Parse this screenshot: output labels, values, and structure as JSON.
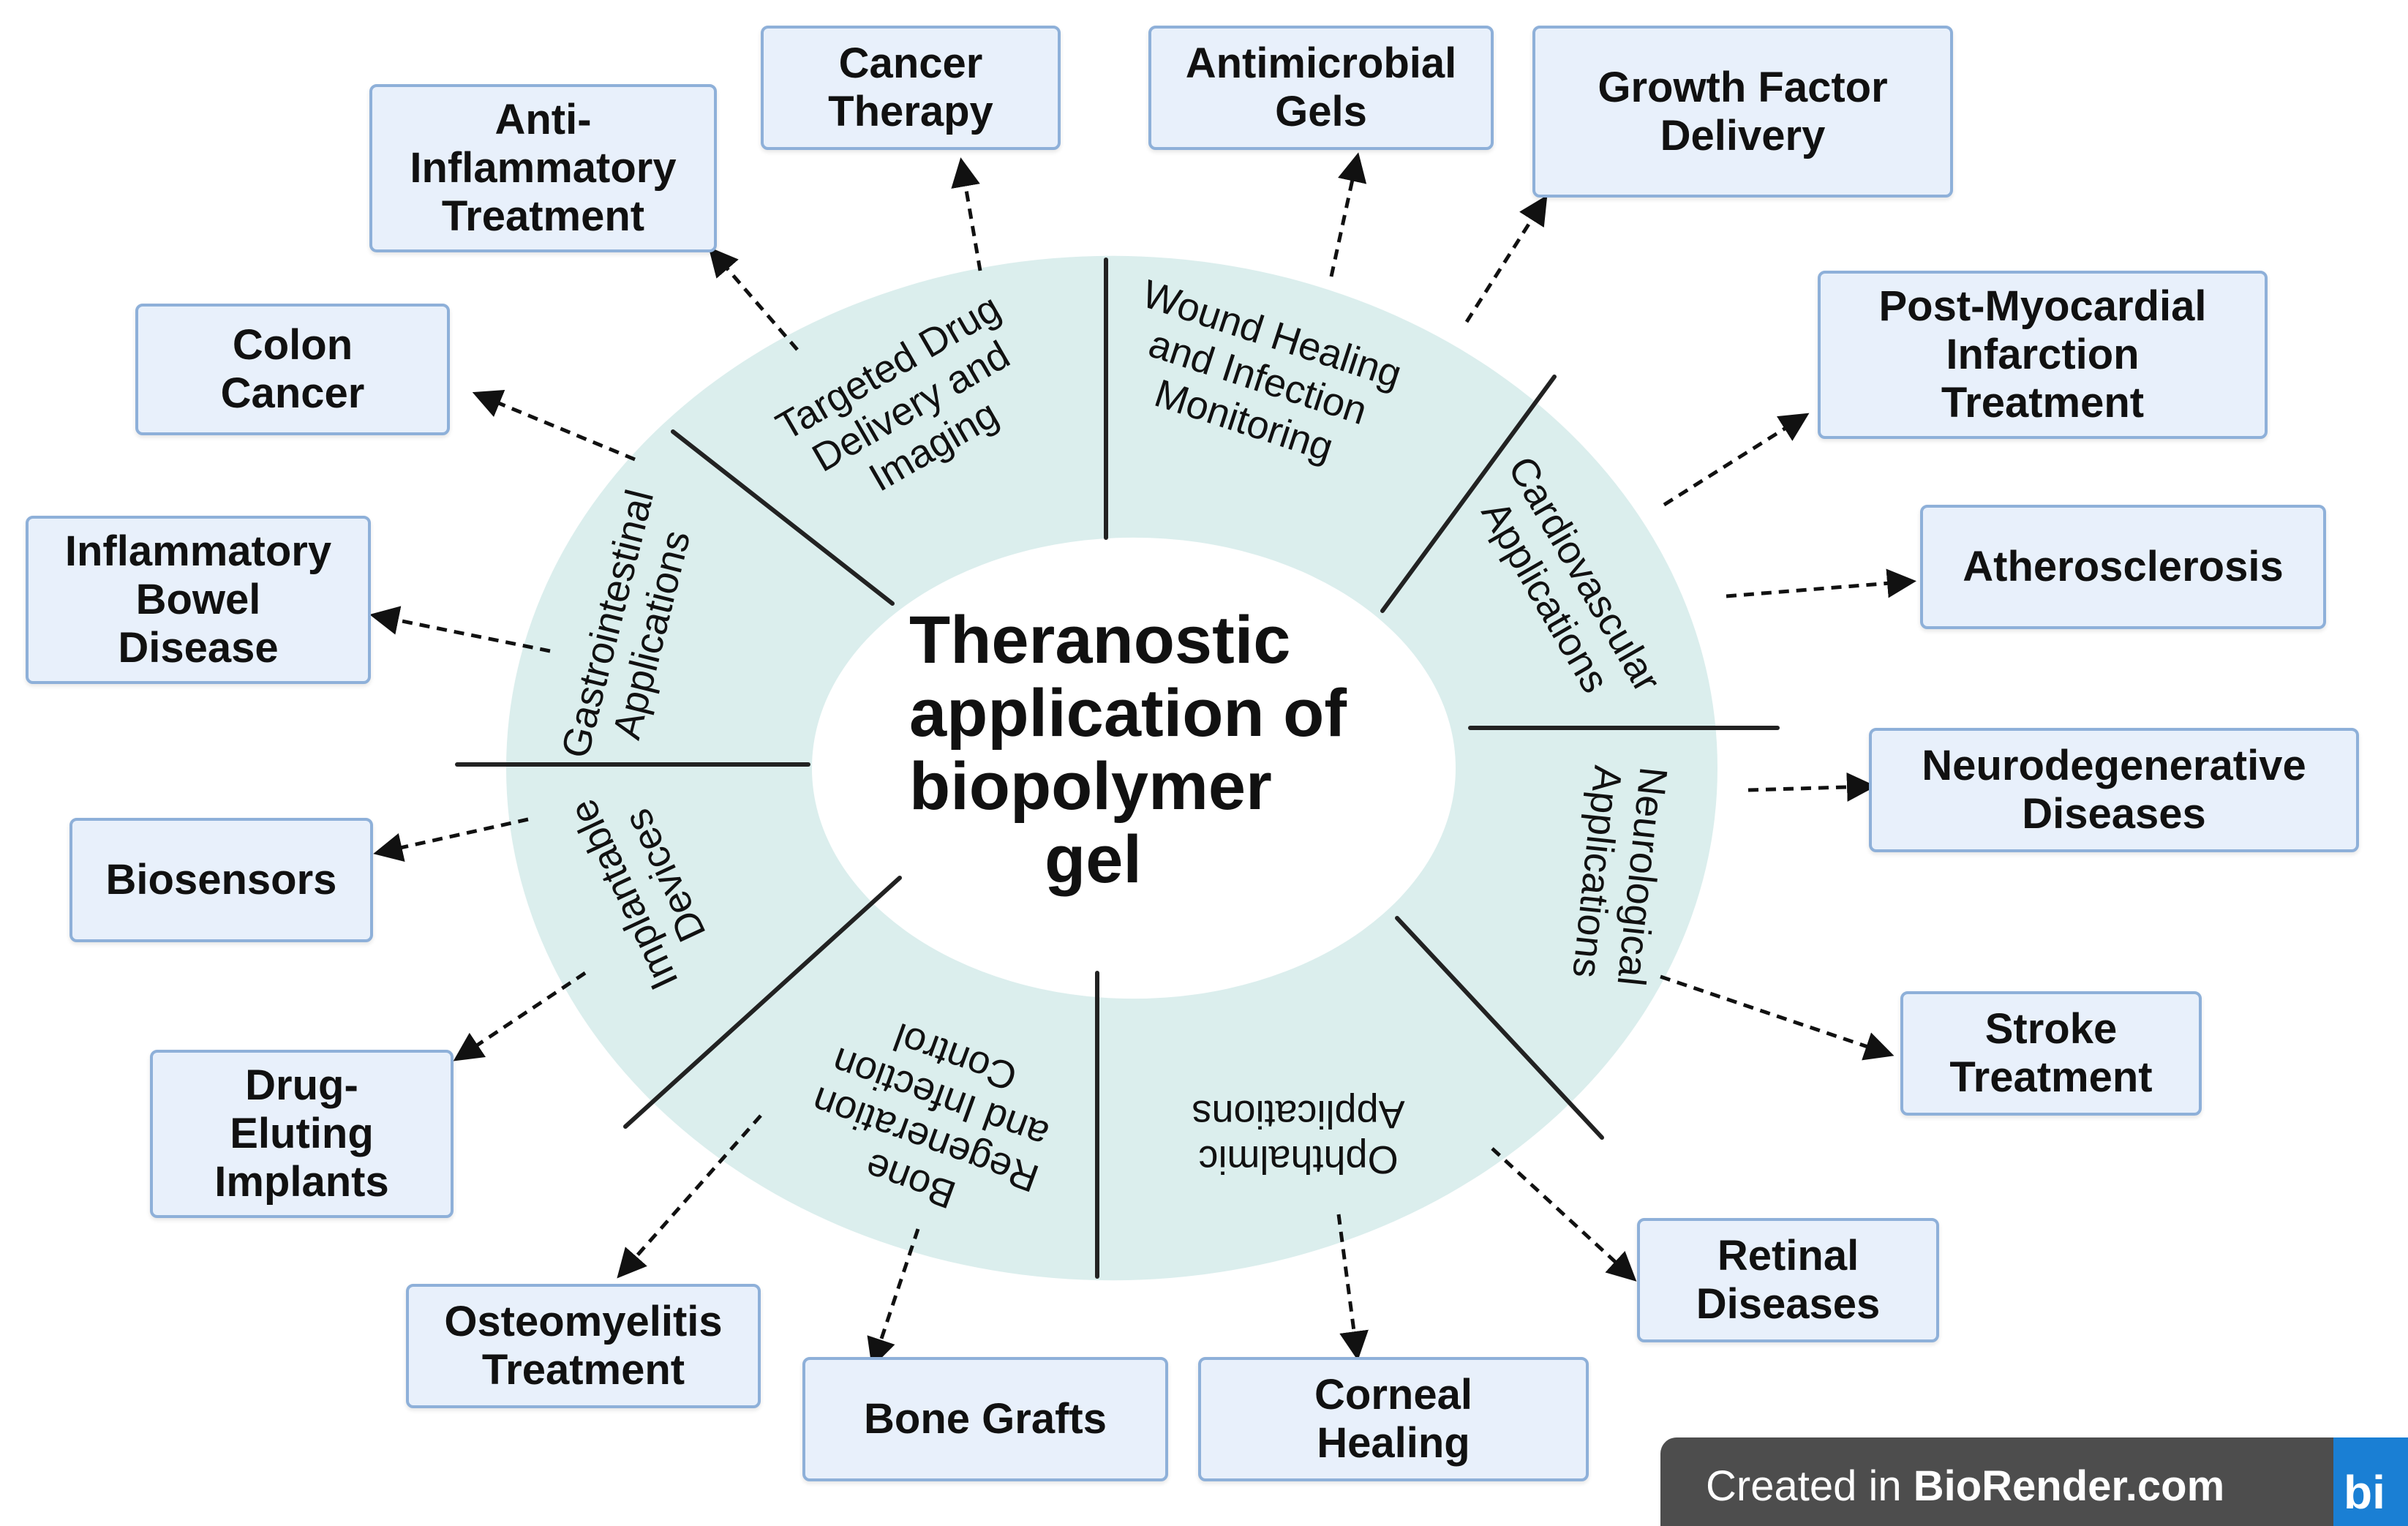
{
  "diagram": {
    "center_title": [
      "Theranostic",
      "application of",
      "biopolymer",
      "gel"
    ],
    "sectors": [
      {
        "name": "targeted-drug-delivery",
        "label": [
          "Targeted Drug",
          "Delivery and",
          "Imaging"
        ]
      },
      {
        "name": "wound-healing",
        "label": [
          "Wound Healing",
          "and Infection",
          "Monitoring"
        ]
      },
      {
        "name": "cardiovascular",
        "label": [
          "Cardiovascular",
          "Applications"
        ]
      },
      {
        "name": "neurological",
        "label": [
          "Neurological",
          "Applications"
        ]
      },
      {
        "name": "ophthalmic",
        "label": [
          "Ophthalmic",
          "Applications"
        ]
      },
      {
        "name": "bone-regeneration",
        "label": [
          "Bone",
          "Regeneration",
          "and Infection",
          "Control"
        ]
      },
      {
        "name": "implantable-devices",
        "label": [
          "Implantable",
          "Devices"
        ]
      },
      {
        "name": "gastrointestinal",
        "label": [
          "Gastrointestinal",
          "Applications"
        ]
      }
    ],
    "applications": [
      {
        "name": "cancer-therapy",
        "label": [
          "Cancer",
          "Therapy"
        ]
      },
      {
        "name": "anti-inflammatory-treatment",
        "label": [
          "Anti-",
          "Inflammatory",
          "Treatment"
        ]
      },
      {
        "name": "antimicrobial-gels",
        "label": [
          "Antimicrobial",
          "Gels"
        ]
      },
      {
        "name": "growth-factor-delivery",
        "label": [
          "Growth Factor",
          "Delivery"
        ]
      },
      {
        "name": "post-myocardial-infarction-treatment",
        "label": [
          "Post-Myocardial",
          "Infarction",
          "Treatment"
        ]
      },
      {
        "name": "atherosclerosis",
        "label": [
          "Atherosclerosis"
        ]
      },
      {
        "name": "neurodegenerative-diseases",
        "label": [
          "Neurodegenerative",
          "Diseases"
        ]
      },
      {
        "name": "stroke-treatment",
        "label": [
          "Stroke",
          "Treatment"
        ]
      },
      {
        "name": "retinal-diseases",
        "label": [
          "Retinal",
          "Diseases"
        ]
      },
      {
        "name": "corneal-healing",
        "label": [
          "Corneal",
          "Healing"
        ]
      },
      {
        "name": "bone-grafts",
        "label": [
          "Bone Grafts"
        ]
      },
      {
        "name": "osteomyelitis-treatment",
        "label": [
          "Osteomyelitis",
          "Treatment"
        ]
      },
      {
        "name": "drug-eluting-implants",
        "label": [
          "Drug-",
          "Eluting",
          "Implants"
        ]
      },
      {
        "name": "biosensors",
        "label": [
          "Biosensors"
        ]
      },
      {
        "name": "inflammatory-bowel-disease",
        "label": [
          "Inflammatory",
          "Bowel",
          "Disease"
        ]
      },
      {
        "name": "colon-cancer",
        "label": [
          "Colon",
          "Cancer"
        ]
      }
    ],
    "colors": {
      "ring": "#dbeeed",
      "box_fill": "#e8f0fb",
      "box_border": "#8eb0d9",
      "text": "#111111",
      "badge": "#4d4d4d",
      "logo": "#1a7fd4"
    }
  },
  "badge": {
    "prefix": "Created in ",
    "brand": "BioRender.com",
    "logo_text": "bi"
  }
}
